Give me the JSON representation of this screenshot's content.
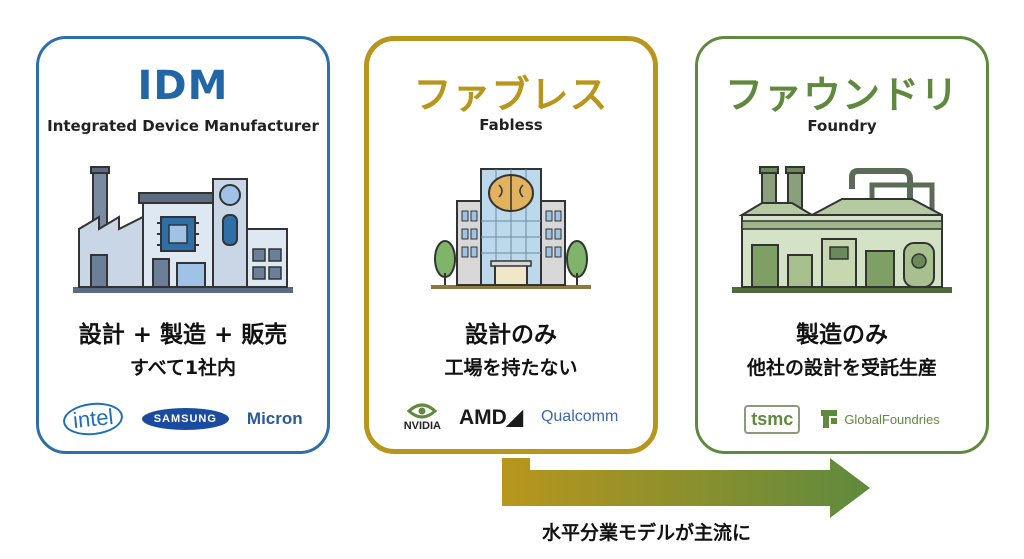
{
  "cards": {
    "idm": {
      "title": "IDM",
      "subtitle": "Integrated Device Manufacturer",
      "desc1": "設計 + 製造 + 販売",
      "desc2": "すべて1社内",
      "logos": {
        "intel": "intel",
        "samsung": "SAMSUNG",
        "micron": "Micron"
      }
    },
    "fabless": {
      "title": "ファブレス",
      "subtitle": "Fabless",
      "desc1": "設計のみ",
      "desc2": "工場を持たない",
      "logos": {
        "nvidia": "NVIDIA",
        "amd": "AMD",
        "qualcomm": "Qualcomm"
      }
    },
    "foundry": {
      "title": "ファウンドリ",
      "subtitle": "Foundry",
      "desc1": "製造のみ",
      "desc2": "他社の設計を受託生産",
      "logos": {
        "tsmc": "tsmc",
        "globalfoundries": "GlobalFoundries"
      }
    }
  },
  "flow": {
    "label": "水平分業モデルが主流に"
  },
  "colors": {
    "idm": "#2f6fa8",
    "fabless": "#b8961c",
    "foundry": "#5f8a3e"
  },
  "icons": {
    "idm": "factory-chip-icon",
    "fabless": "brain-building-icon",
    "foundry": "foundry-plant-icon"
  }
}
